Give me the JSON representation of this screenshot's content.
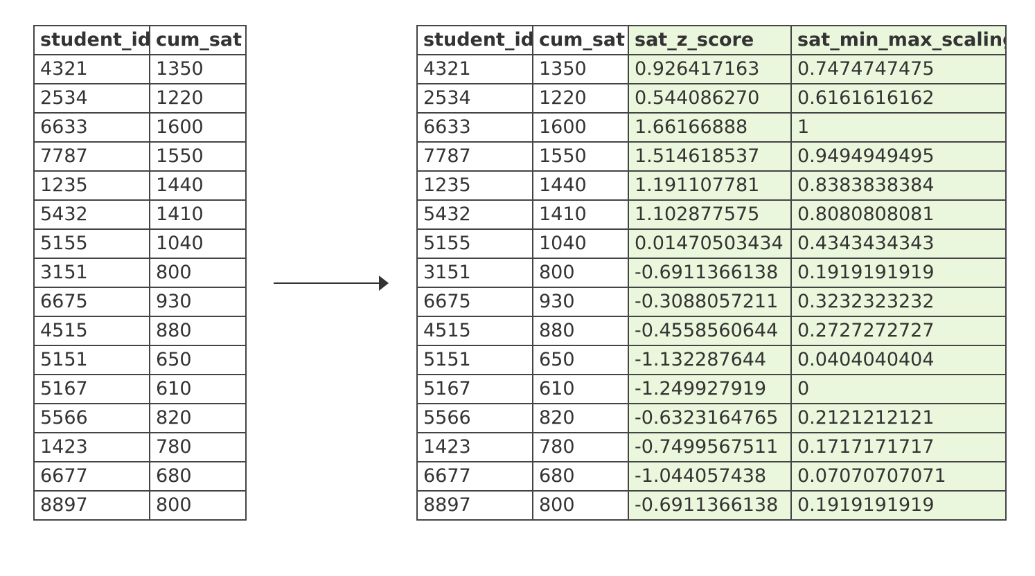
{
  "colors": {
    "highlight_fill": "#ebf7dc",
    "border": "#444444",
    "text": "#333333"
  },
  "left_table": {
    "headers": [
      "student_id",
      "cum_sat"
    ],
    "rows": [
      [
        "4321",
        "1350"
      ],
      [
        "2534",
        "1220"
      ],
      [
        "6633",
        "1600"
      ],
      [
        "7787",
        "1550"
      ],
      [
        "1235",
        "1440"
      ],
      [
        "5432",
        "1410"
      ],
      [
        "5155",
        "1040"
      ],
      [
        "3151",
        "800"
      ],
      [
        "6675",
        "930"
      ],
      [
        "4515",
        "880"
      ],
      [
        "5151",
        "650"
      ],
      [
        "5167",
        "610"
      ],
      [
        "5566",
        "820"
      ],
      [
        "1423",
        "780"
      ],
      [
        "6677",
        "680"
      ],
      [
        "8897",
        "800"
      ]
    ]
  },
  "right_table": {
    "headers": [
      "student_id",
      "cum_sat",
      "sat_z_score",
      "sat_min_max_scaling"
    ],
    "highlighted_columns": [
      2,
      3
    ],
    "rows": [
      [
        "4321",
        "1350",
        "0.926417163",
        "0.7474747475"
      ],
      [
        "2534",
        "1220",
        "0.544086270",
        "0.6161616162"
      ],
      [
        "6633",
        "1600",
        "1.66166888",
        "1"
      ],
      [
        "7787",
        "1550",
        "1.514618537",
        "0.9494949495"
      ],
      [
        "1235",
        "1440",
        "1.191107781",
        "0.8383838384"
      ],
      [
        "5432",
        "1410",
        "1.102877575",
        "0.8080808081"
      ],
      [
        "5155",
        "1040",
        "0.01470503434",
        "0.4343434343"
      ],
      [
        "3151",
        "800",
        "-0.6911366138",
        "0.1919191919"
      ],
      [
        "6675",
        "930",
        "-0.3088057211",
        "0.3232323232"
      ],
      [
        "4515",
        "880",
        "-0.4558560644",
        "0.2727272727"
      ],
      [
        "5151",
        "650",
        "-1.132287644",
        "0.0404040404"
      ],
      [
        "5167",
        "610",
        "-1.249927919",
        "0"
      ],
      [
        "5566",
        "820",
        "-0.6323164765",
        "0.2121212121"
      ],
      [
        "1423",
        "780",
        "-0.7499567511",
        "0.1717171717"
      ],
      [
        "6677",
        "680",
        "-1.044057438",
        "0.07070707071"
      ],
      [
        "8897",
        "800",
        "-0.6911366138",
        "0.1919191919"
      ]
    ]
  }
}
